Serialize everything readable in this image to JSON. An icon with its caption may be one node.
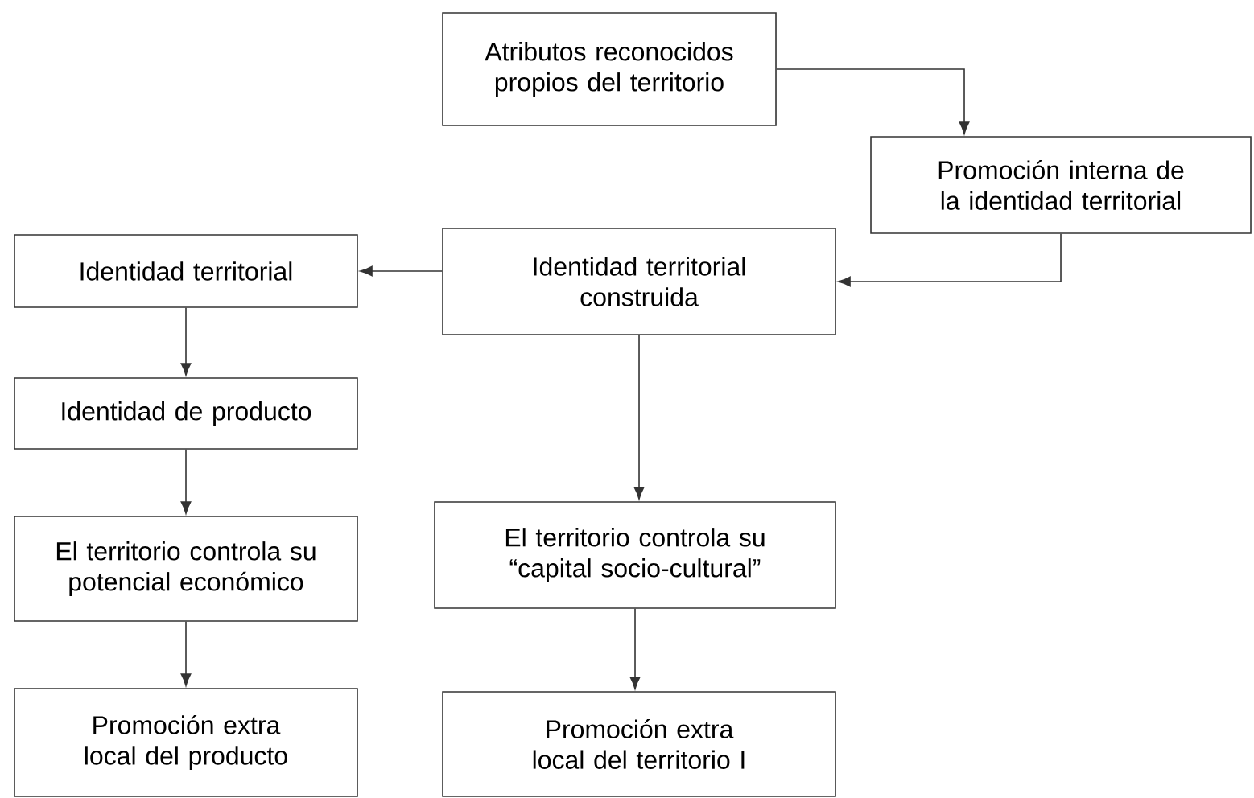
{
  "diagram": {
    "nodes": [
      {
        "text": [
          "Atributos reconocidos propios del territorio"
        ]
      },
      {
        "text": [
          "Promoción interna de la identidad territorial"
        ]
      },
      {
        "text": [
          "Identidad territorial construida"
        ]
      },
      {
        "text": [
          "Identidad territorial"
        ]
      },
      {
        "text": [
          "Identidad de producto"
        ]
      },
      {
        "text": [
          "El territorio controla su potencial económico"
        ]
      },
      {
        "text": [
          "Promoción extra local del producto"
        ]
      },
      {
        "text": [
          "El territorio controla su “capital socio-cultural”"
        ]
      },
      {
        "text": [
          "Promoción extra local del territorio I"
        ]
      }
    ],
    "edges": [
      {
        "from": 0,
        "to": 1,
        "arrow": "to"
      },
      {
        "from": 1,
        "to": 2,
        "arrow": "to"
      },
      {
        "from": 2,
        "to": 3,
        "arrow": "to"
      },
      {
        "from": 3,
        "to": 4,
        "arrow": "to"
      },
      {
        "from": 4,
        "to": 5,
        "arrow": "to"
      },
      {
        "from": 5,
        "to": 6,
        "arrow": "to"
      },
      {
        "from": 2,
        "to": 7,
        "arrow": "to"
      },
      {
        "from": 7,
        "to": 8,
        "arrow": "to"
      }
    ]
  }
}
